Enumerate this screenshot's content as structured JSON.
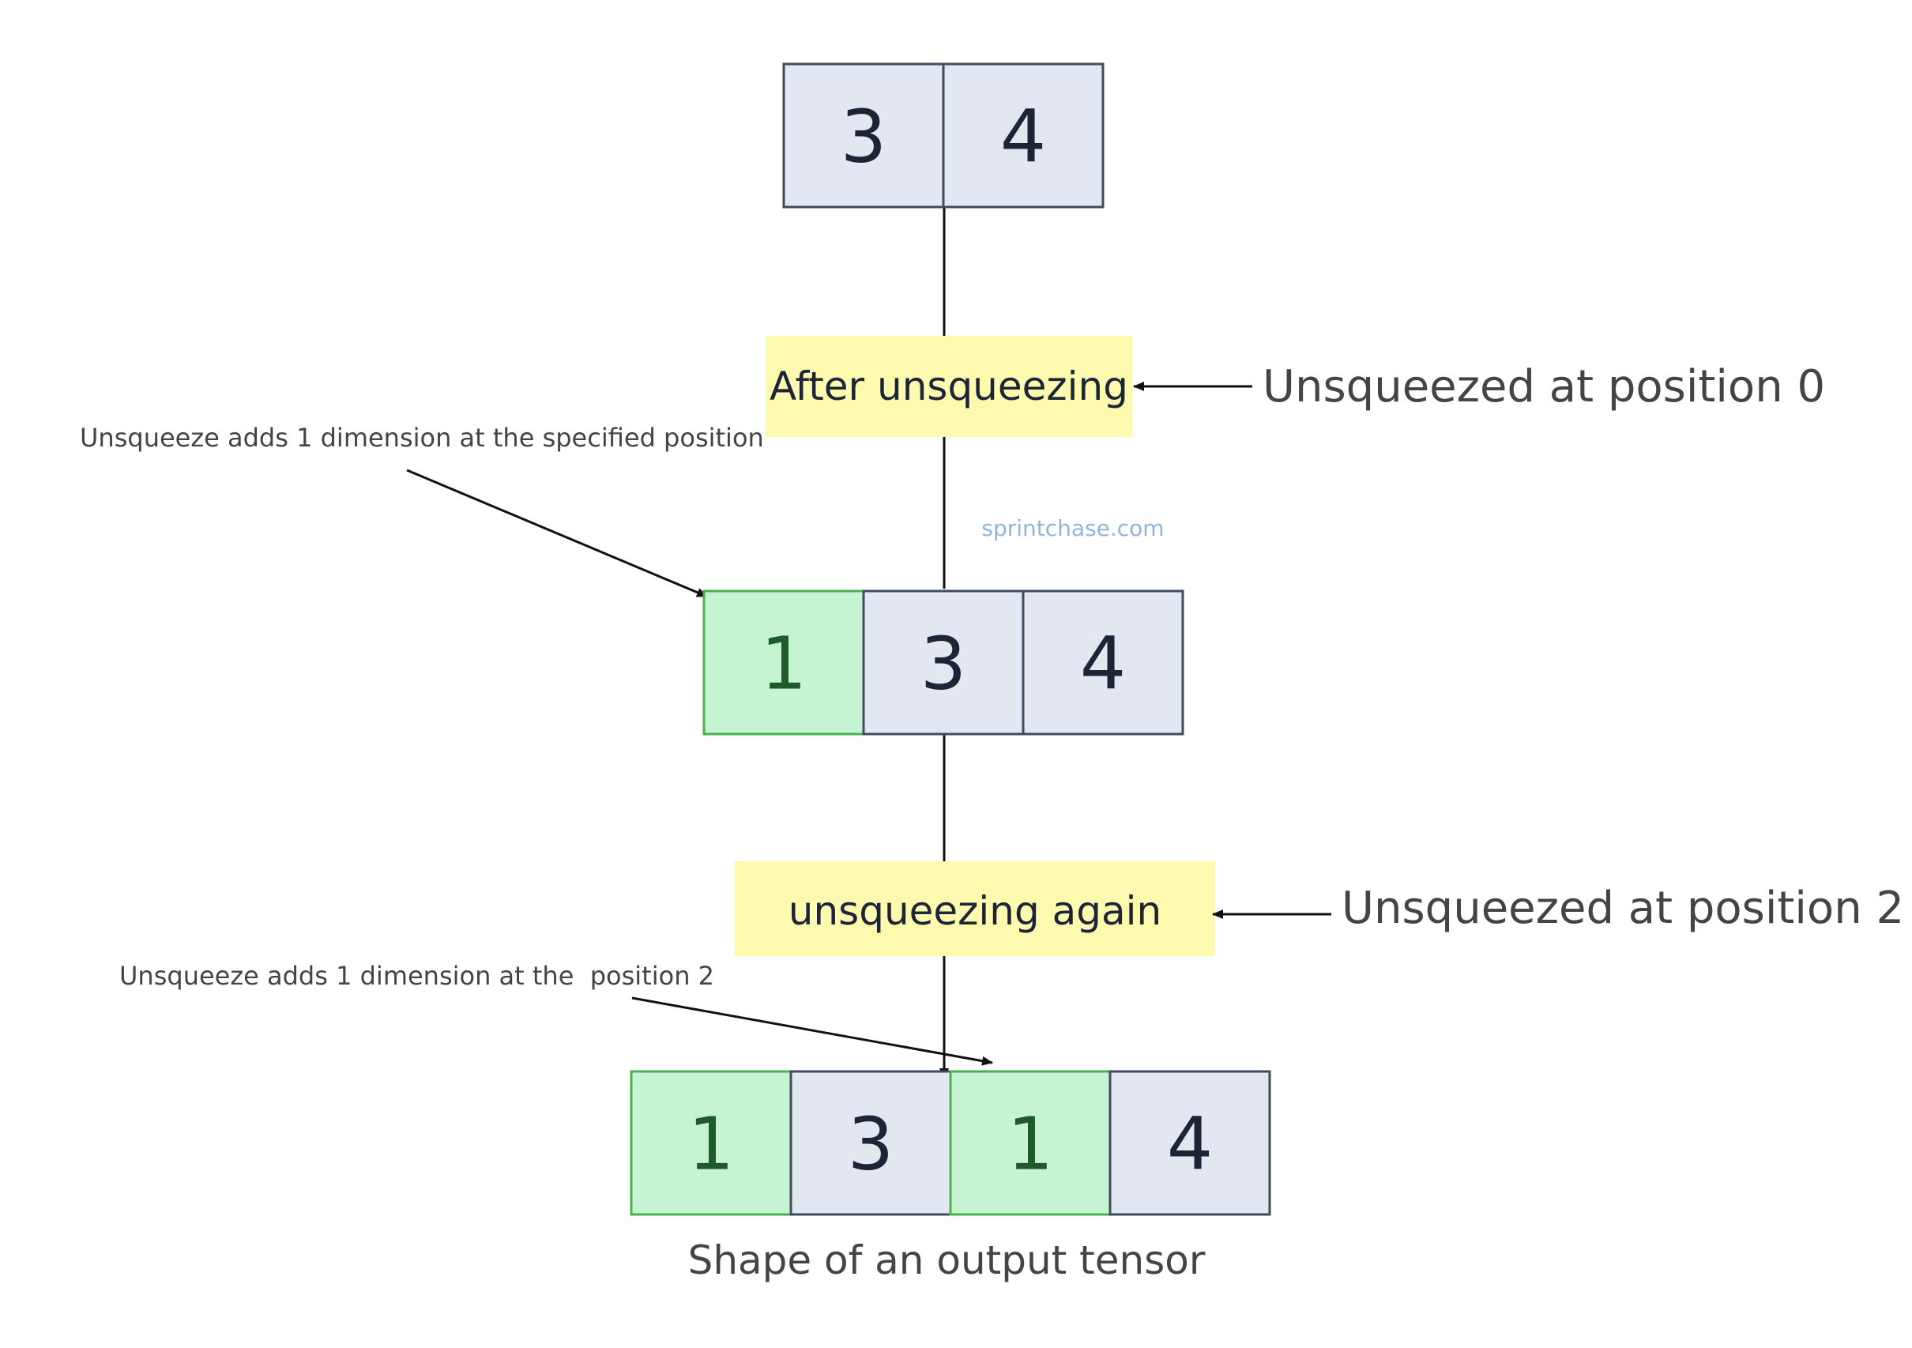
{
  "colors": {
    "gray_fill": "#e3e7ef",
    "gray_stroke": "#3f4b5e",
    "green_fill": "#c6f3d2",
    "green_stroke": "#4caf50",
    "note_fill": "#fdfab0",
    "text_dark": "#1c2436",
    "text_gray": "#444444",
    "watermark": "#8fb6d8"
  },
  "input_tensor": {
    "cells": [
      {
        "value": "3",
        "kind": "original"
      },
      {
        "value": "4",
        "kind": "original"
      }
    ]
  },
  "step1": {
    "label": "After unsqueezing",
    "side_note": "Unsqueezed at position 0",
    "annotation": "Unsqueeze adds 1 dimension at the specified position"
  },
  "watermark": "sprintchase.com",
  "tensor1": {
    "cells": [
      {
        "value": "1",
        "kind": "added"
      },
      {
        "value": "3",
        "kind": "original"
      },
      {
        "value": "4",
        "kind": "original"
      }
    ]
  },
  "step2": {
    "label": "unsqueezing again",
    "side_note": "Unsqueezed at position 2",
    "annotation": "Unsqueeze adds 1 dimension at the  position 2"
  },
  "output_tensor": {
    "cells": [
      {
        "value": "1",
        "kind": "added"
      },
      {
        "value": "3",
        "kind": "original"
      },
      {
        "value": "1",
        "kind": "added"
      },
      {
        "value": "4",
        "kind": "original"
      }
    ],
    "caption": "Shape of an output tensor"
  }
}
